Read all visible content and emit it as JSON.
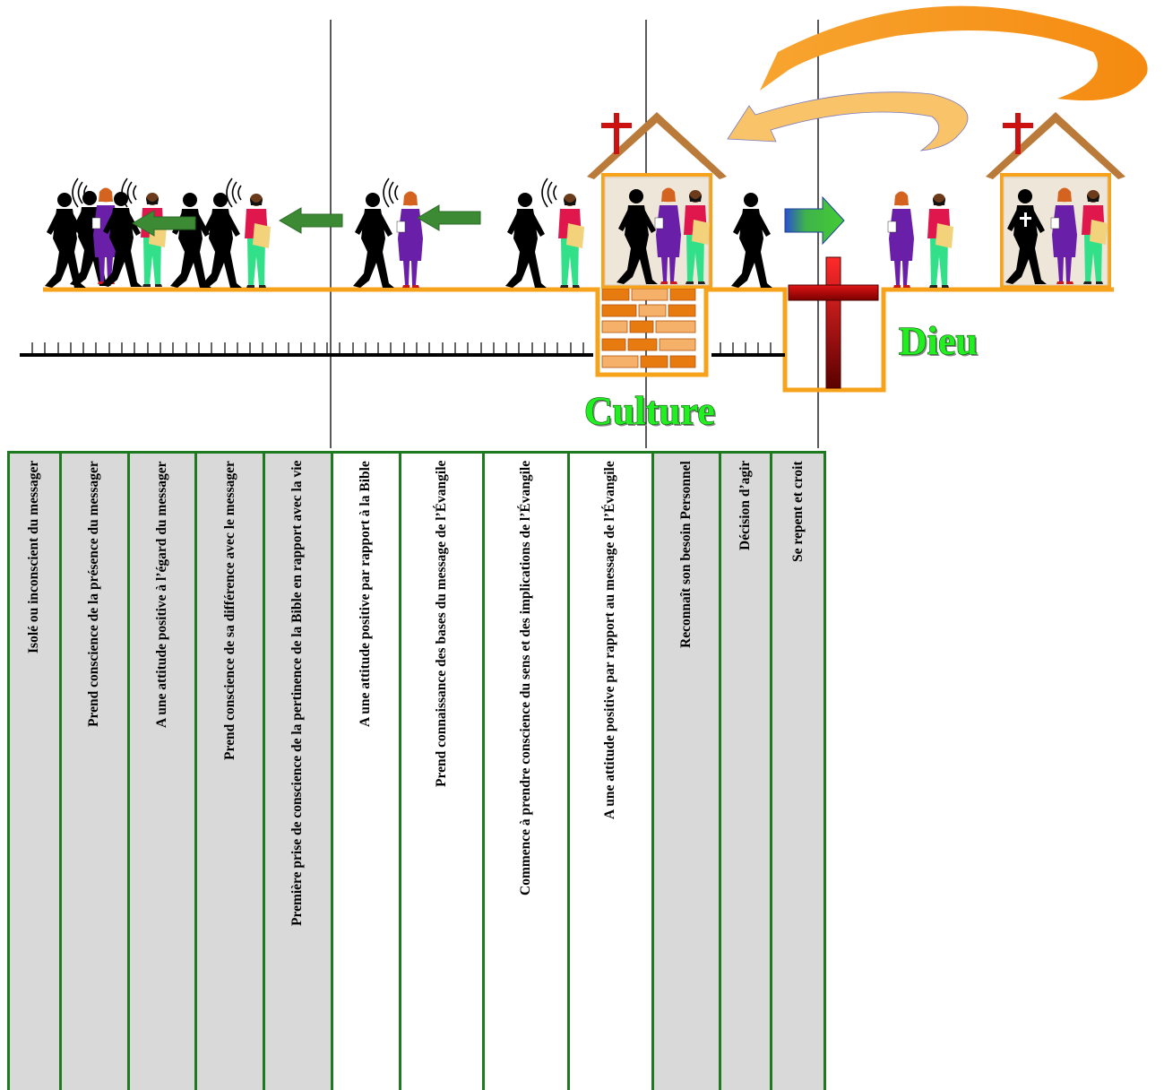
{
  "labels": {
    "culture": "Culture",
    "dieu": "Dieu"
  },
  "colors": {
    "ground": "#f7a21b",
    "brick_light": "#f5b06a",
    "brick_dark": "#e87b10",
    "arrow_green": "#3d8a35",
    "house_wall": "#efe6da",
    "house_roof": "#b97a3a",
    "cross_red": "#cc1111",
    "table_border": "#1e7a1e",
    "column_grey": "#d9d9d9"
  },
  "stages": [
    {
      "text": "Isolé ou inconscient du messager",
      "shade": "grey"
    },
    {
      "text": "Prend conscience de la présence du messager",
      "shade": "grey"
    },
    {
      "text": "A une attitude positive à l’égard du messager",
      "shade": "grey"
    },
    {
      "text": "Prend conscience de sa différence avec le messager",
      "shade": "grey"
    },
    {
      "text": "Première prise de conscience de la pertinence de la Bible en rapport avec la vie",
      "shade": "grey"
    },
    {
      "text": "A une attitude positive par rapport à la Bible",
      "shade": "white"
    },
    {
      "text": "Prend connaissance des bases du message de l’Évangile",
      "shade": "white"
    },
    {
      "text": "Commence à prendre conscience du sens et des implications de l’Évangile",
      "shade": "white"
    },
    {
      "text": "A une attitude positive par rapport au message de l’Évangile",
      "shade": "white"
    },
    {
      "text": "Reconnaît son besoin  Personnel",
      "shade": "grey"
    },
    {
      "text": "Décision d’agir",
      "shade": "grey"
    },
    {
      "text": "Se repent et croit",
      "shade": "grey"
    }
  ]
}
